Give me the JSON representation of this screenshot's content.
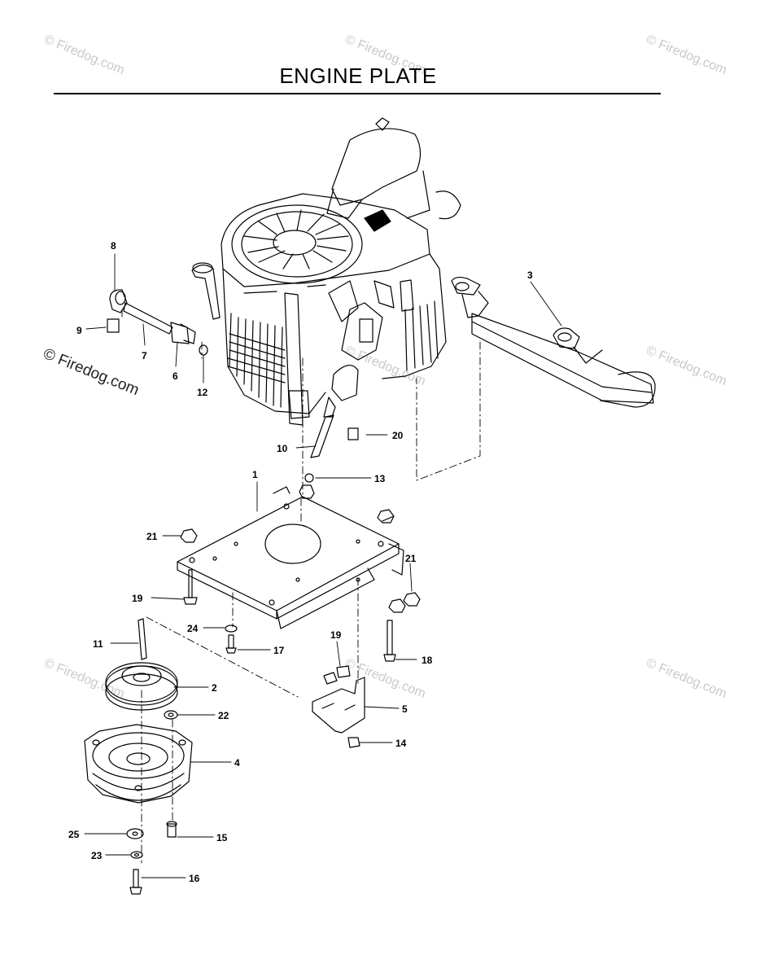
{
  "title": "ENGINE PLATE",
  "watermark": "© Firedog.com",
  "parts": [
    {
      "id": "1",
      "label": "1"
    },
    {
      "id": "2",
      "label": "2"
    },
    {
      "id": "3",
      "label": "3"
    },
    {
      "id": "4",
      "label": "4"
    },
    {
      "id": "5",
      "label": "5"
    },
    {
      "id": "6",
      "label": "6"
    },
    {
      "id": "7",
      "label": "7"
    },
    {
      "id": "8",
      "label": "8"
    },
    {
      "id": "9",
      "label": "9"
    },
    {
      "id": "10",
      "label": "10"
    },
    {
      "id": "11",
      "label": "11"
    },
    {
      "id": "12",
      "label": "12"
    },
    {
      "id": "13",
      "label": "13"
    },
    {
      "id": "14",
      "label": "14"
    },
    {
      "id": "15",
      "label": "15"
    },
    {
      "id": "16",
      "label": "16"
    },
    {
      "id": "17",
      "label": "17"
    },
    {
      "id": "18",
      "label": "18"
    },
    {
      "id": "19a",
      "label": "19"
    },
    {
      "id": "19b",
      "label": "19"
    },
    {
      "id": "20",
      "label": "20"
    },
    {
      "id": "21a",
      "label": "21"
    },
    {
      "id": "21b",
      "label": "21"
    },
    {
      "id": "22",
      "label": "22"
    },
    {
      "id": "23",
      "label": "23"
    },
    {
      "id": "24",
      "label": "24"
    },
    {
      "id": "25",
      "label": "25"
    }
  ]
}
